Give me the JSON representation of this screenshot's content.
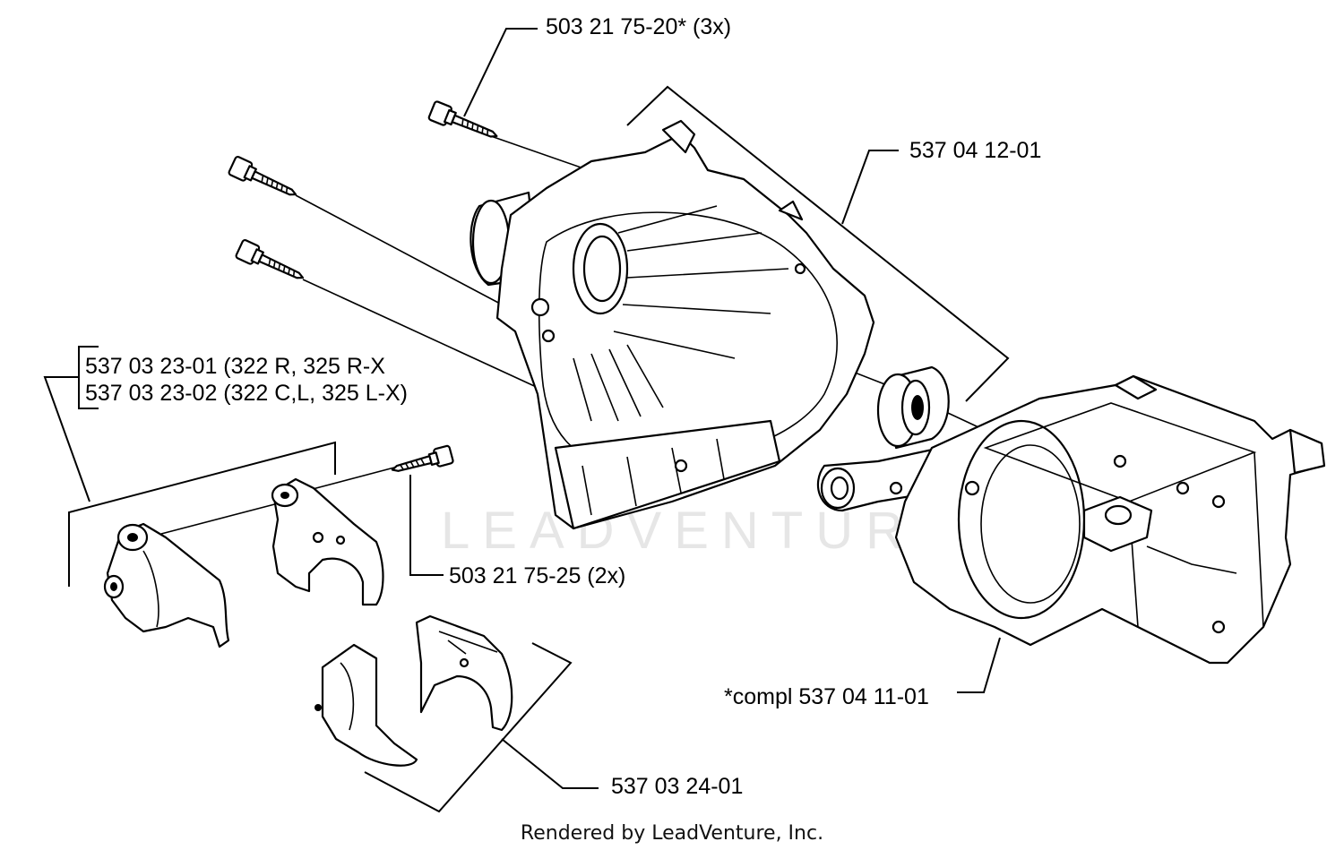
{
  "labels": {
    "screw_top": "503 21 75-20* (3x)",
    "housing": "537 04 12-01",
    "variant_1": "537 03 23-01 (322 R, 325 R-X",
    "variant_2": "537 03 23-02 (322 C,L, 325 L-X)",
    "screw_small": "503 21 75-25 (2x)",
    "complete": "*compl 537 04 11-01",
    "sleeve": "537 03 24-01"
  },
  "watermark": "LEADVENTURE",
  "credit": "Rendered by LeadVenture, Inc."
}
